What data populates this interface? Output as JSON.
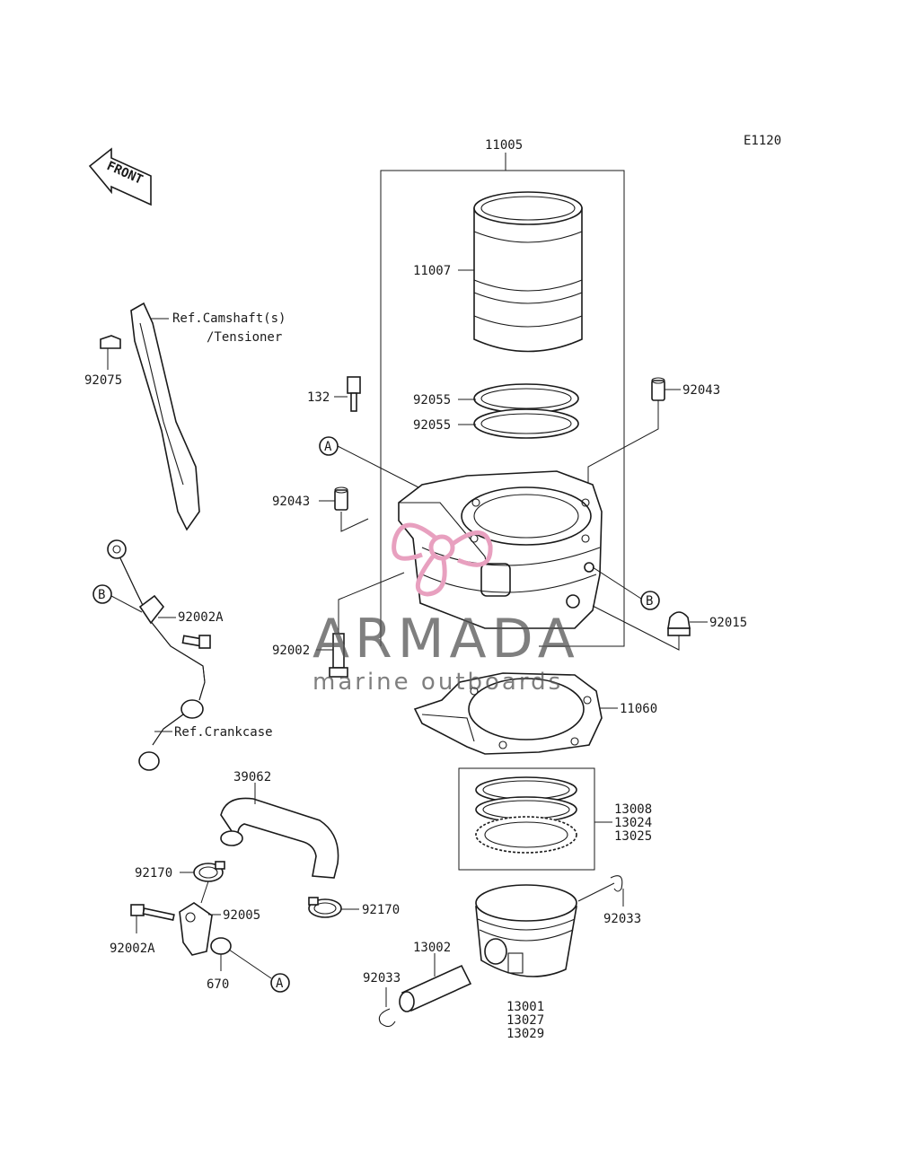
{
  "diagram_code": "E1120",
  "front_arrow_label": "FRONT",
  "ref_notes": {
    "camshaft": [
      "Ref.Camshaft(s)",
      "/Tensioner"
    ],
    "crankcase": "Ref.Crankcase"
  },
  "reference_markers": {
    "a": "A",
    "b": "B"
  },
  "part_numbers": {
    "cylinder_assy": "11005",
    "cylinder_liner": "11007",
    "ring_top": "92055",
    "ring_bottom": "92055",
    "stud_bolt": "132",
    "dowel_right": "92043",
    "dowel_left": "92043",
    "stud_long": "92002",
    "cap_nut": "92015",
    "head_gasket": "11060",
    "ring_set": [
      "13008",
      "13024",
      "13025"
    ],
    "piston_clip_right": "92033",
    "piston_pin": "13002",
    "piston_clip_left": "92033",
    "piston": [
      "13001",
      "13027",
      "13029"
    ],
    "hose": "39062",
    "clamp_upper": "92170",
    "clamp_lower": "92170",
    "fitting": "92005",
    "bolt_lower": "92002A",
    "o_ring": "670",
    "chain_guide_clip": "92075",
    "bolt_oil_pipe": "92002A"
  },
  "watermark": {
    "brand": "ARMADA",
    "tagline": "marine outboards",
    "color_pink": "#e8a0bf"
  }
}
